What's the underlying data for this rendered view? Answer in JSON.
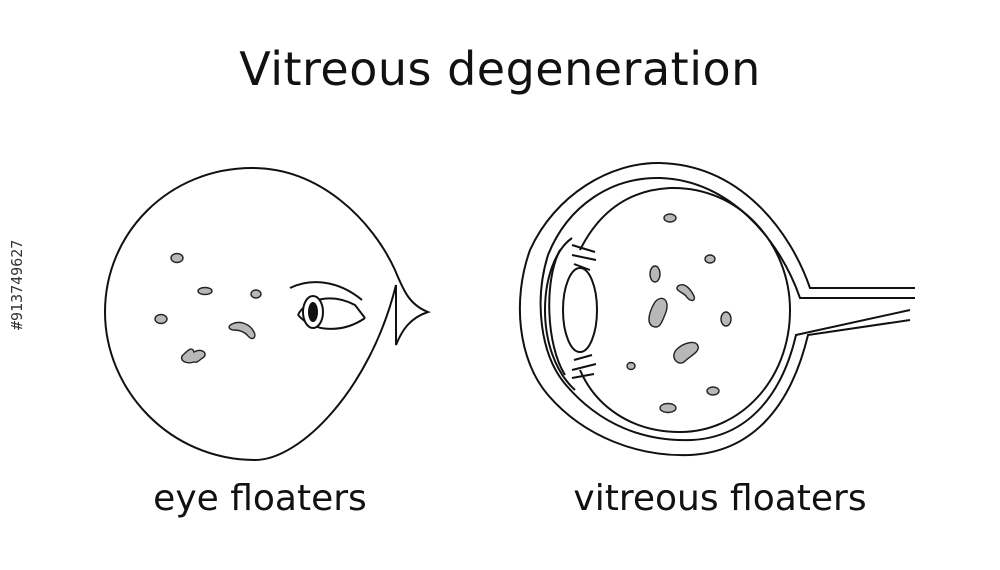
{
  "title": "Vitreous degeneration",
  "labels": {
    "left": "eye floaters",
    "right": "vitreous floaters"
  },
  "watermark": "#913749627",
  "colors": {
    "stroke": "#111111",
    "floater_fill": "#b8b8b8",
    "background": "#ffffff"
  }
}
